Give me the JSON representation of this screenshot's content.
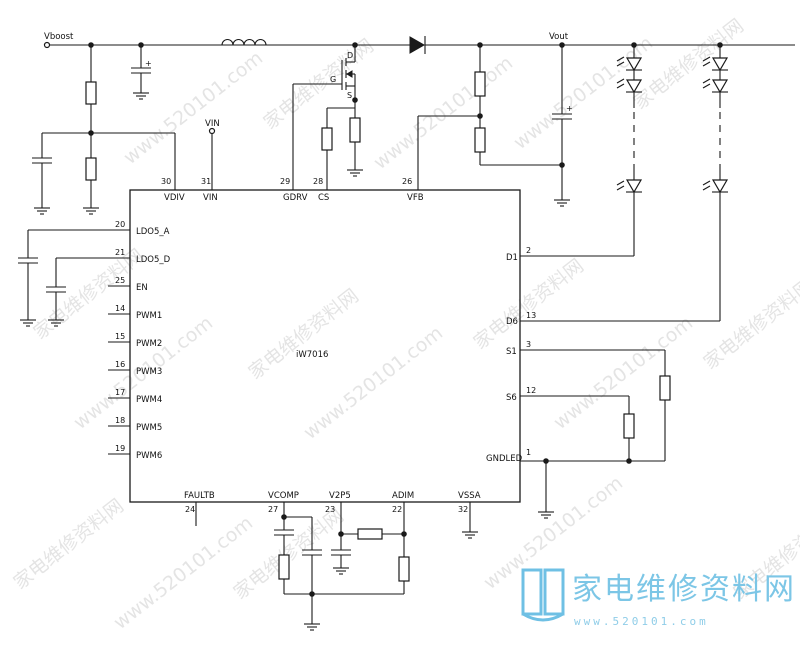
{
  "nets": {
    "vboost": "Vboost",
    "vout": "Vout",
    "vin": "VIN"
  },
  "mosfet": {
    "d": "D",
    "g": "G",
    "s": "S"
  },
  "ic": {
    "name": "iW7016",
    "top_pins": [
      {
        "num": "30",
        "name": "VDIV"
      },
      {
        "num": "31",
        "name": "VIN"
      },
      {
        "num": "29",
        "name": "GDRV"
      },
      {
        "num": "28",
        "name": "CS"
      },
      {
        "num": "26",
        "name": "VFB"
      }
    ],
    "left_pins": [
      {
        "num": "20",
        "name": "LDO5_A"
      },
      {
        "num": "21",
        "name": "LDO5_D"
      },
      {
        "num": "25",
        "name": "EN"
      },
      {
        "num": "14",
        "name": "PWM1"
      },
      {
        "num": "15",
        "name": "PWM2"
      },
      {
        "num": "16",
        "name": "PWM3"
      },
      {
        "num": "17",
        "name": "PWM4"
      },
      {
        "num": "18",
        "name": "PWM5"
      },
      {
        "num": "19",
        "name": "PWM6"
      }
    ],
    "right_pins": [
      {
        "num": "2",
        "name": "D1"
      },
      {
        "num": "13",
        "name": "D6"
      },
      {
        "num": "3",
        "name": "S1"
      },
      {
        "num": "12",
        "name": "S6"
      },
      {
        "num": "1",
        "name": "GNDLED"
      }
    ],
    "bottom_pins": [
      {
        "num": "24",
        "name": "FAULTB"
      },
      {
        "num": "27",
        "name": "VCOMP"
      },
      {
        "num": "23",
        "name": "V2P5"
      },
      {
        "num": "22",
        "name": "ADIM"
      },
      {
        "num": "32",
        "name": "VSSA"
      }
    ]
  },
  "cap_polarity": "+",
  "watermark": {
    "text_cn": "家电维修资料网",
    "text_url": "www.520101.com",
    "logo_cn": "家电维修资料网",
    "logo_url": "www.520101.com"
  }
}
